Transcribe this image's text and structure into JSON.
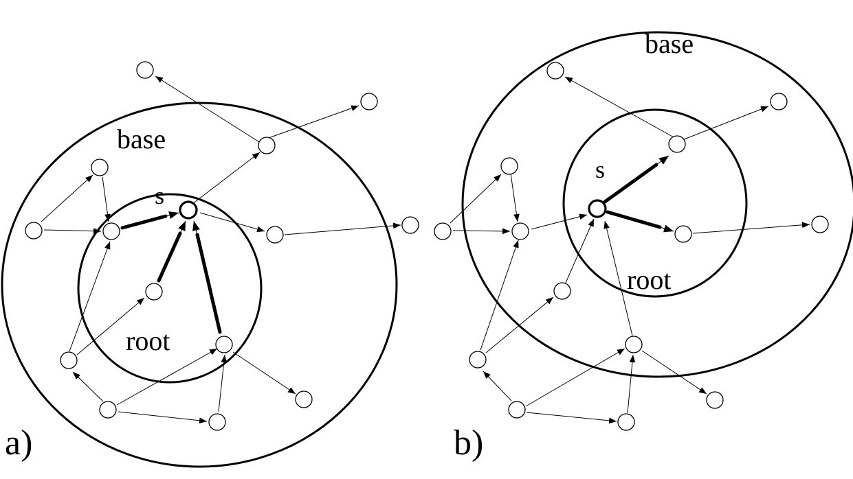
{
  "panels": [
    {
      "id": "a",
      "label": "a)",
      "base_label": "base",
      "root_label": "root",
      "s_label": "s"
    },
    {
      "id": "b",
      "label": "b)",
      "base_label": "base",
      "root_label": "root",
      "s_label": "s"
    }
  ]
}
